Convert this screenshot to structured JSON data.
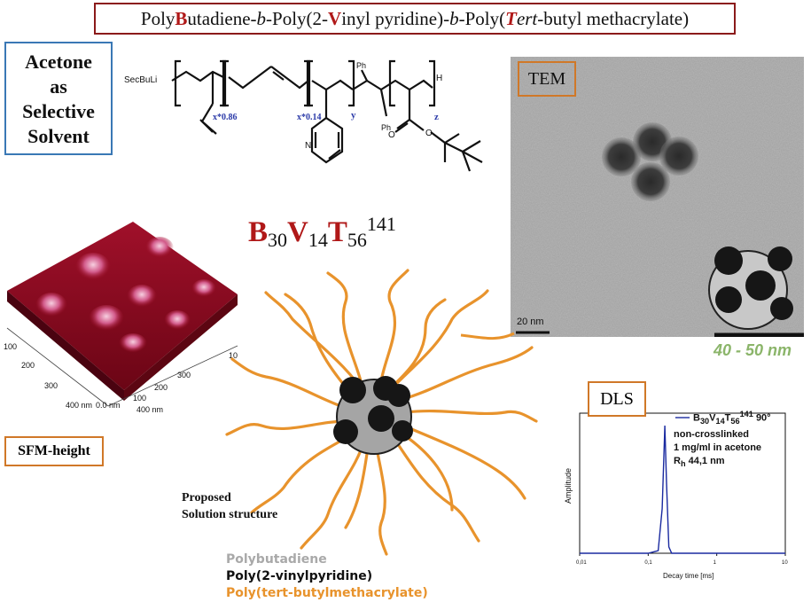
{
  "title": {
    "p1": "Poly",
    "b": "B",
    "p2": "utadiene-",
    "bi1": "b",
    "p3": "-Poly(2-",
    "v": "V",
    "p4": "inyl pyridine)-",
    "bi2": "b",
    "p5": "-Poly(",
    "t": "T",
    "p6": "ert",
    "p7": "-butyl methacrylate)"
  },
  "solvent_box": [
    "Acetone",
    "as",
    "Selective",
    "Solvent"
  ],
  "structure": {
    "initiator": "SecBuLi",
    "sub_pb_12": "x*0.86",
    "sub_pb_14": "x*0.14",
    "sub_v": "y",
    "sub_t": "z",
    "ph": "Ph",
    "h": "H",
    "n": "N",
    "o": "O"
  },
  "formula": {
    "b": "B",
    "b_sub": "30",
    "v": "V",
    "v_sub": "14",
    "t": "T",
    "t_sub": "56",
    "sup": "141"
  },
  "tem": {
    "label": "TEM",
    "scale": "20 nm",
    "size": "40 - 50 nm"
  },
  "sfm": {
    "label": "SFM-height",
    "ticks_left": [
      "0",
      "100",
      "200",
      "300",
      "400 nm"
    ],
    "ticks_right": [
      "0.0 nm",
      "100",
      "200",
      "300",
      "400 nm"
    ],
    "right_edge": "10"
  },
  "proposed": [
    "Proposed",
    "Solution structure"
  ],
  "legend": [
    {
      "text": "Polybutadiene",
      "color": "#a9a9a9"
    },
    {
      "text": "Poly(2-vinylpyridine)",
      "color": "#111111"
    },
    {
      "text": "Poly(tert-butylmethacrylate)",
      "color": "#e8932c"
    }
  ],
  "colors": {
    "accent_red": "#b01818",
    "corona_orange": "#e8932c",
    "core_gray": "#a5a5a5",
    "pv2p_black": "#161616",
    "size_green": "#8bb56a"
  },
  "dls": {
    "label": "DLS",
    "legend_line1_b": "B",
    "legend_line1_bsub": "30",
    "legend_line1_v": "V",
    "legend_line1_vsub": "14",
    "legend_line1_t": "T",
    "legend_line1_tsub": "56",
    "legend_line1_sup": "141",
    "legend_line1_angle": "90°",
    "legend_lines": [
      "non-crosslinked",
      "1 mg/ml in acetone"
    ],
    "rh_label": "R",
    "rh_sub": "h",
    "rh_value": "44,1 nm",
    "y_label": "Amplitude",
    "x_label": "Decay time [ms]",
    "x_ticks": [
      "0,01",
      "0,1",
      "1",
      "10"
    ],
    "chart_data": {
      "type": "line",
      "x_scale": "log",
      "x": [
        0.01,
        0.1,
        0.14,
        0.16,
        0.175,
        0.185,
        0.2,
        0.22,
        1,
        10
      ],
      "series": [
        {
          "name": "B30V14T56 141 90°",
          "values": [
            0,
            0,
            0.02,
            0.35,
            1.0,
            0.55,
            0.05,
            0,
            0,
            0
          ]
        }
      ]
    }
  }
}
